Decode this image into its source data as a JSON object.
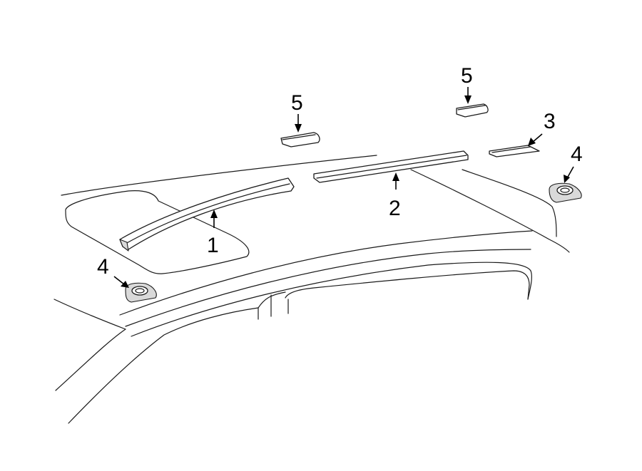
{
  "callouts": {
    "c1": "1",
    "c2": "2",
    "c3": "3",
    "c4_right": "4",
    "c4_left": "4",
    "c5_left": "5",
    "c5_right": "5"
  }
}
